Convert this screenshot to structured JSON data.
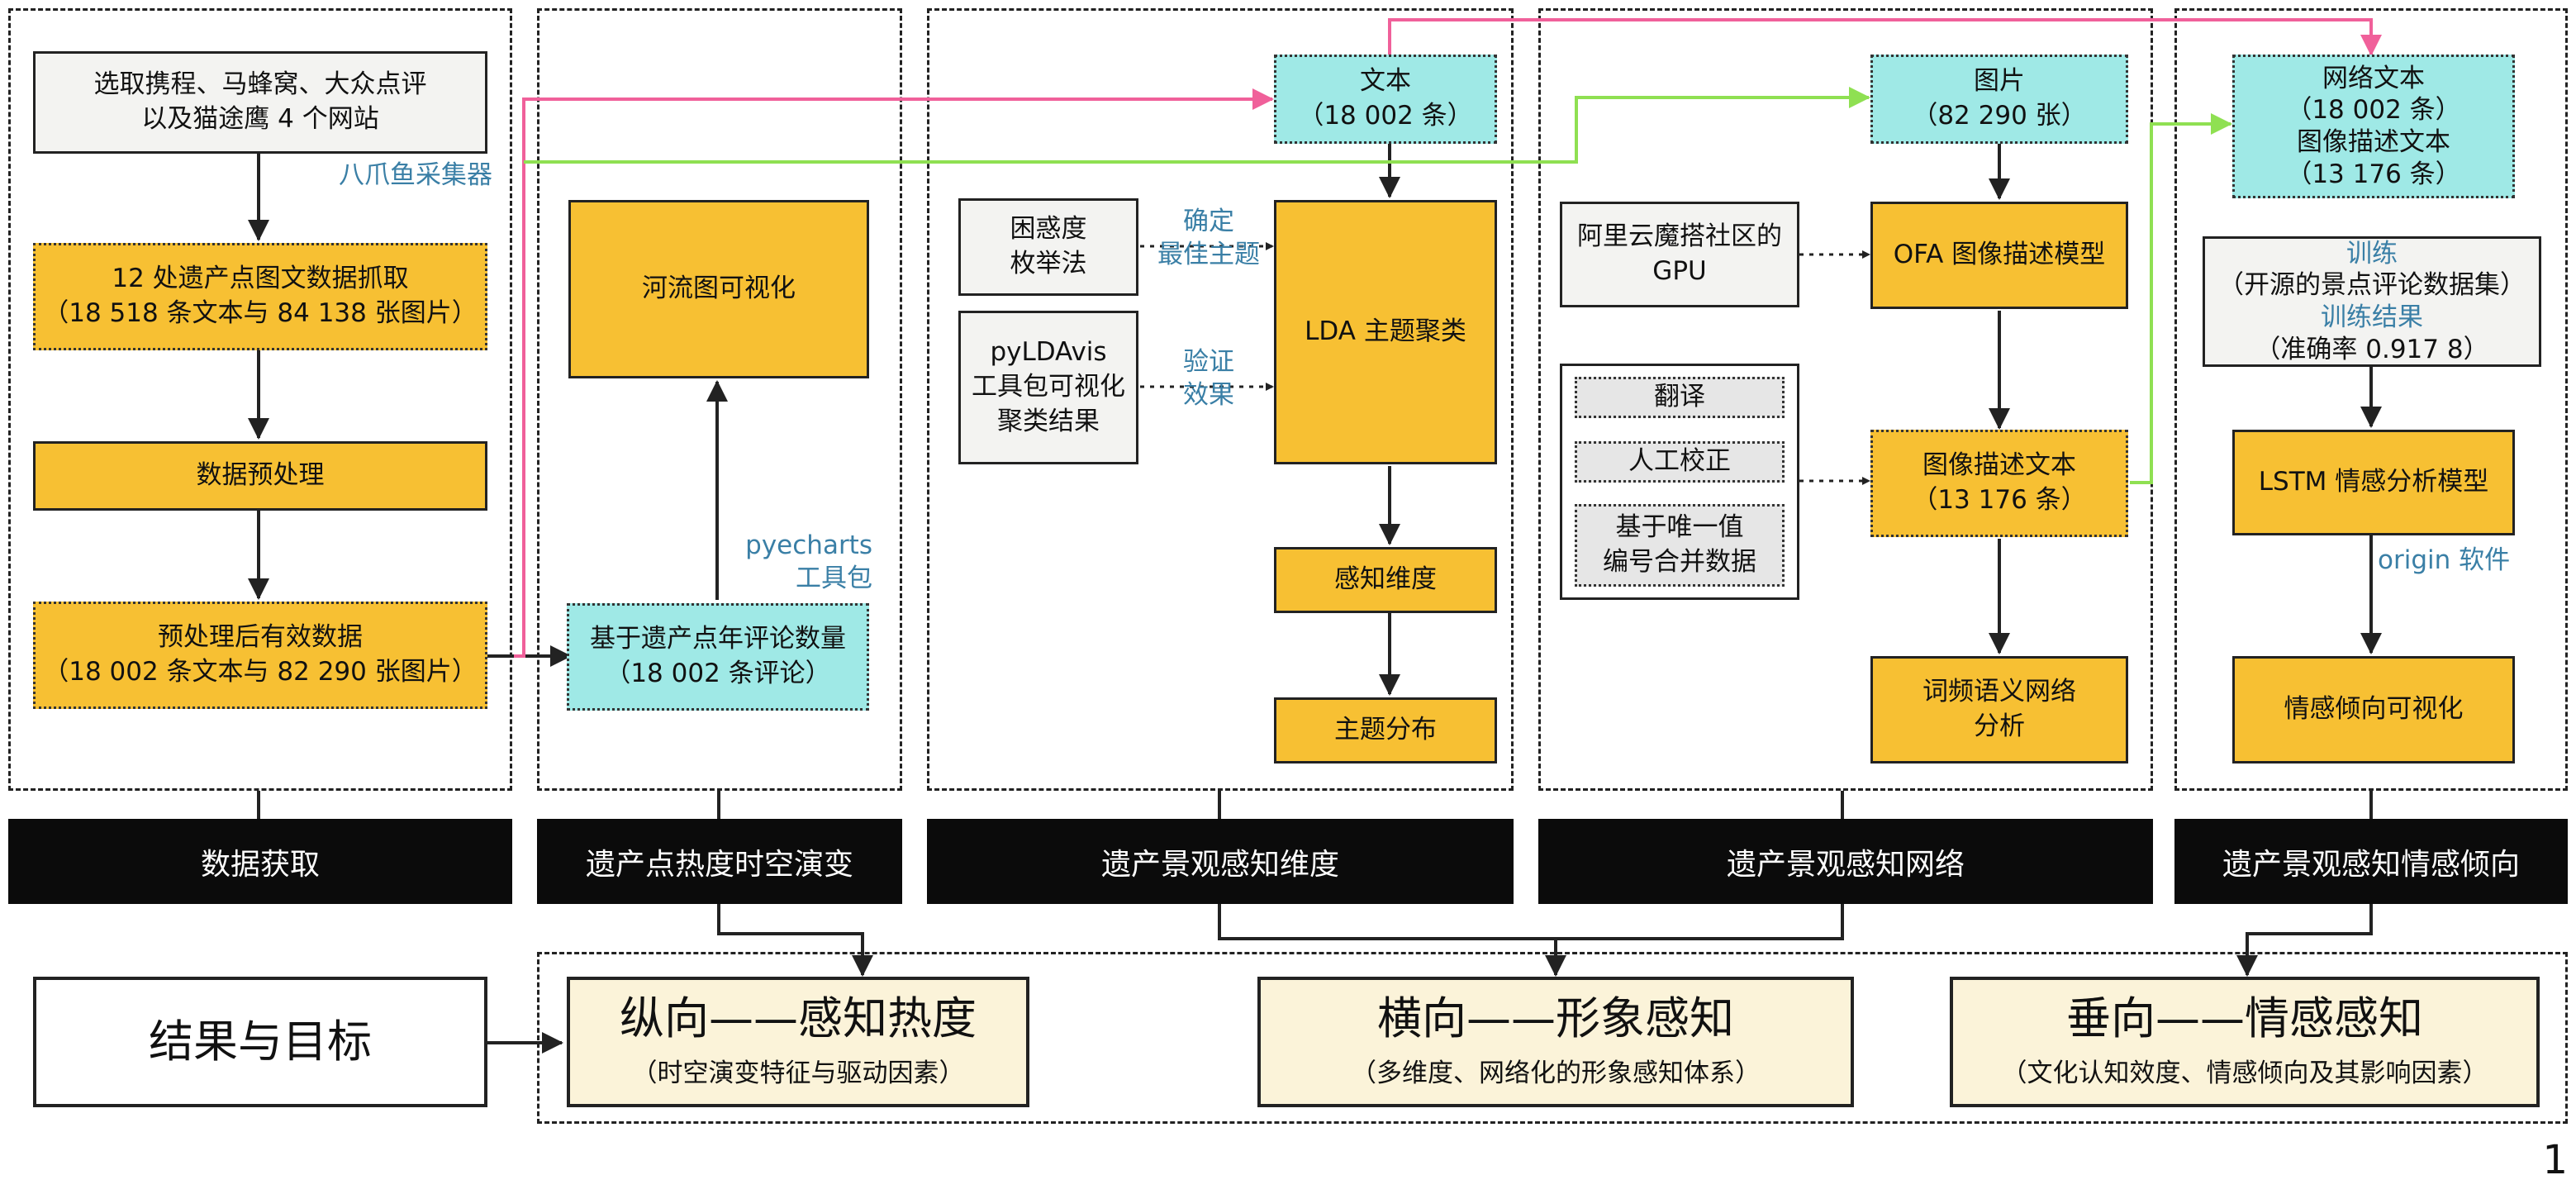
{
  "panel1": {
    "select_sites": [
      "选取携程、马蜂窝、大众点评",
      "以及猫途鹰 4 个网站"
    ],
    "collector": "八爪鱼采集器",
    "crawl": [
      "12 处遗产点图文数据抓取",
      "（18 518 条文本与 84 138 张图片）"
    ],
    "preprocess": "数据预处理",
    "valid_data": [
      "预处理后有效数据",
      "（18 002 条文本与 82 290 张图片）"
    ]
  },
  "panel2": {
    "river": "河流图可视化",
    "pyecharts": [
      "pyecharts",
      "工具包"
    ],
    "annual_reviews": [
      "基于遗产点年评论数量",
      "（18 002 条评论）"
    ]
  },
  "panel3": {
    "text": [
      "文本",
      "（18 002 条）"
    ],
    "perplexity": [
      "困惑度",
      "枚举法"
    ],
    "determine": [
      "确定",
      "最佳主题"
    ],
    "pyldavis": [
      "pyLDAvis",
      "工具包可视化",
      "聚类结果"
    ],
    "verify": [
      "验证",
      "效果"
    ],
    "lda": "LDA 主题聚类",
    "dimension": "感知维度",
    "topic": "主题分布"
  },
  "panel4": {
    "image": [
      "图片",
      "（82 290 张）"
    ],
    "gpu": [
      "阿里云魔搭社区的",
      "GPU"
    ],
    "ofa": "OFA 图像描述模型",
    "translate": "翻译",
    "manual": "人工校正",
    "merge": [
      "基于唯一值",
      "编号合并数据"
    ],
    "caption_text": [
      "图像描述文本",
      "（13 176 条）"
    ],
    "semantic": [
      "词频语义网络",
      "分析"
    ]
  },
  "panel5": {
    "web_text": [
      "网络文本",
      "（18 002 条）",
      "图像描述文本",
      "（13 176 条）"
    ],
    "train_label": "训练",
    "dataset": "（开源的景点评论数据集）",
    "train_result_label": "训练结果",
    "accuracy": "（准确率 0.917 8）",
    "lstm": "LSTM 情感分析模型",
    "origin": "origin 软件",
    "emotion_vis": "情感倾向可视化"
  },
  "stages": [
    "数据获取",
    "遗产点热度时空演变",
    "遗产景观感知维度",
    "遗产景观感知网络",
    "遗产景观感知情感倾向"
  ],
  "results_label": "结果与目标",
  "goals": [
    {
      "title": "纵向——感知热度",
      "sub": "（时空演变特征与驱动因素）"
    },
    {
      "title": "横向——形象感知",
      "sub": "（多维度、网络化的形象感知体系）"
    },
    {
      "title": "垂向——情感感知",
      "sub": "（文化认知效度、情感倾向及其影响因素）"
    }
  ],
  "page_number": "1",
  "colors": {
    "pink": "#f0609a",
    "green": "#8fe052",
    "orange": "#f7c033",
    "cyan": "#9fe9e6",
    "blue_label": "#3a7fa6"
  }
}
